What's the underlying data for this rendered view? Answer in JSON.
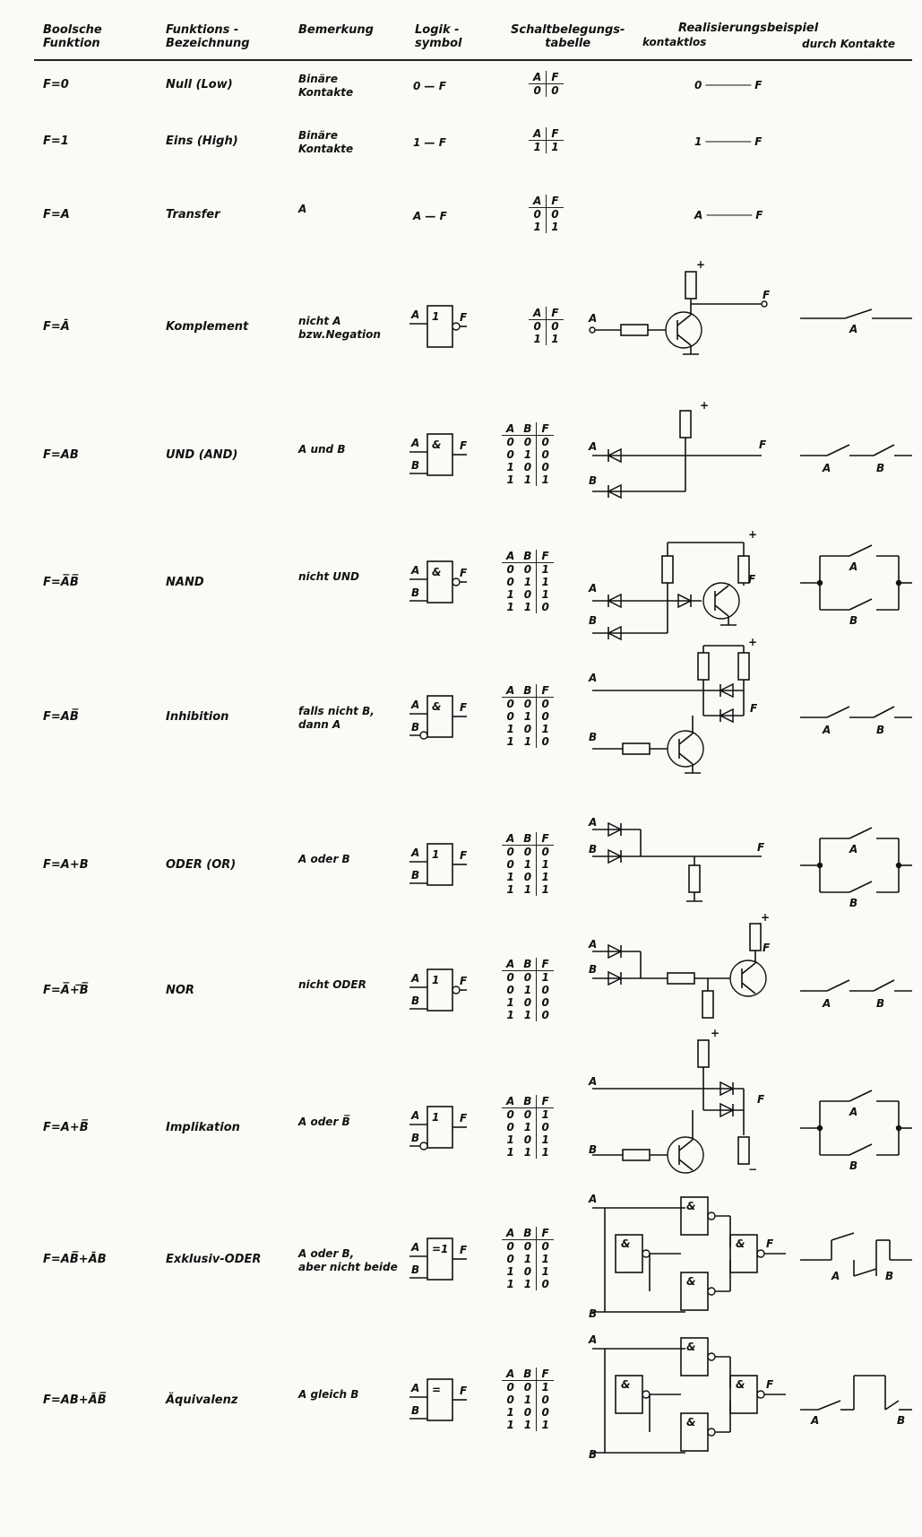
{
  "header": {
    "col1": "Boolsche\nFunktion",
    "col2": "Funktions -\nBezeichnung",
    "col3": "Bemerkung",
    "col4": "Logik -\nsymbol",
    "col5": "Schaltbelegungs-\ntabelle",
    "col6": "Realisierungsbeispiel",
    "col6a": "kontaktlos",
    "col6b": "durch Kontakte"
  },
  "rows": [
    {
      "func": "F=0",
      "name": "Null (Low)",
      "note": "Binäre\nKontakte",
      "sym": "0 — F",
      "vars": [
        "A",
        "F"
      ],
      "table": [
        [
          "0",
          "0"
        ]
      ],
      "single": true,
      "realization": "0 ─────── F"
    },
    {
      "func": "F=1",
      "name": "Eins (High)",
      "note": "Binäre\nKontakte",
      "sym": "1 — F",
      "vars": [
        "A",
        "F"
      ],
      "table": [
        [
          "1",
          "1"
        ]
      ],
      "single": true,
      "realization": "1 ─────── F"
    },
    {
      "func": "F=A",
      "name": "Transfer",
      "note": "A",
      "sym": "A — F",
      "vars": [
        "A",
        "F"
      ],
      "table": [
        [
          "0",
          "0"
        ],
        [
          "1",
          "1"
        ]
      ],
      "realization": "A ─────── F"
    },
    {
      "func": "F=Ā",
      "name": "Komplement",
      "note": "nicht A\nbzw.Negation",
      "sym": "1",
      "vars": [
        "A",
        "F"
      ],
      "table": [
        [
          "0",
          "0"
        ],
        [
          "1",
          "1"
        ]
      ]
    },
    {
      "func": "F=AB",
      "name": "UND (AND)",
      "note": "A und B",
      "sym": "&",
      "vars": [
        "A",
        "B",
        "F"
      ],
      "table": [
        [
          "0",
          "0",
          "0"
        ],
        [
          "0",
          "1",
          "0"
        ],
        [
          "1",
          "0",
          "0"
        ],
        [
          "1",
          "1",
          "1"
        ]
      ]
    },
    {
      "func": "F=A̅B̅",
      "name": "NAND",
      "note": "nicht UND",
      "sym": "&",
      "vars": [
        "A",
        "B",
        "F"
      ],
      "table": [
        [
          "0",
          "0",
          "1"
        ],
        [
          "0",
          "1",
          "1"
        ],
        [
          "1",
          "0",
          "1"
        ],
        [
          "1",
          "1",
          "0"
        ]
      ]
    },
    {
      "func": "F=AB̅",
      "name": "Inhibition",
      "note": "falls nicht B,\ndann A",
      "sym": "&",
      "vars": [
        "A",
        "B",
        "F"
      ],
      "table": [
        [
          "0",
          "0",
          "0"
        ],
        [
          "0",
          "1",
          "0"
        ],
        [
          "1",
          "0",
          "1"
        ],
        [
          "1",
          "1",
          "0"
        ]
      ]
    },
    {
      "func": "F=A+B",
      "name": "ODER (OR)",
      "note": "A oder B",
      "sym": "1",
      "vars": [
        "A",
        "B",
        "F"
      ],
      "table": [
        [
          "0",
          "0",
          "0"
        ],
        [
          "0",
          "1",
          "1"
        ],
        [
          "1",
          "0",
          "1"
        ],
        [
          "1",
          "1",
          "1"
        ]
      ]
    },
    {
      "func": "F=A̅+̅B̅",
      "name": "NOR",
      "note": "nicht ODER",
      "sym": "1",
      "vars": [
        "A",
        "B",
        "F"
      ],
      "table": [
        [
          "0",
          "0",
          "1"
        ],
        [
          "0",
          "1",
          "0"
        ],
        [
          "1",
          "0",
          "0"
        ],
        [
          "1",
          "1",
          "0"
        ]
      ]
    },
    {
      "func": "F=A+B̅",
      "name": "Implikation",
      "note": "A oder B̅",
      "sym": "1",
      "vars": [
        "A",
        "B",
        "F"
      ],
      "table": [
        [
          "0",
          "0",
          "1"
        ],
        [
          "0",
          "1",
          "0"
        ],
        [
          "1",
          "0",
          "1"
        ],
        [
          "1",
          "1",
          "1"
        ]
      ]
    },
    {
      "func": "F=AB̅+ĀB",
      "name": "Exklusiv-ODER",
      "note": "A oder B,\naber nicht beide",
      "sym": "=1",
      "vars": [
        "A",
        "B",
        "F"
      ],
      "table": [
        [
          "0",
          "0",
          "0"
        ],
        [
          "0",
          "1",
          "1"
        ],
        [
          "1",
          "0",
          "1"
        ],
        [
          "1",
          "1",
          "0"
        ]
      ]
    },
    {
      "func": "F=AB+ĀB̅",
      "name": "Äquivalenz",
      "note": "A gleich B",
      "sym": "=",
      "vars": [
        "A",
        "B",
        "F"
      ],
      "table": [
        [
          "0",
          "0",
          "1"
        ],
        [
          "0",
          "1",
          "0"
        ],
        [
          "1",
          "0",
          "0"
        ],
        [
          "1",
          "1",
          "1"
        ]
      ]
    }
  ],
  "labels": {
    "a": "A",
    "b": "B",
    "f": "F",
    "plus": "+",
    "minus": "−",
    "amp": "&",
    "one": "1"
  }
}
